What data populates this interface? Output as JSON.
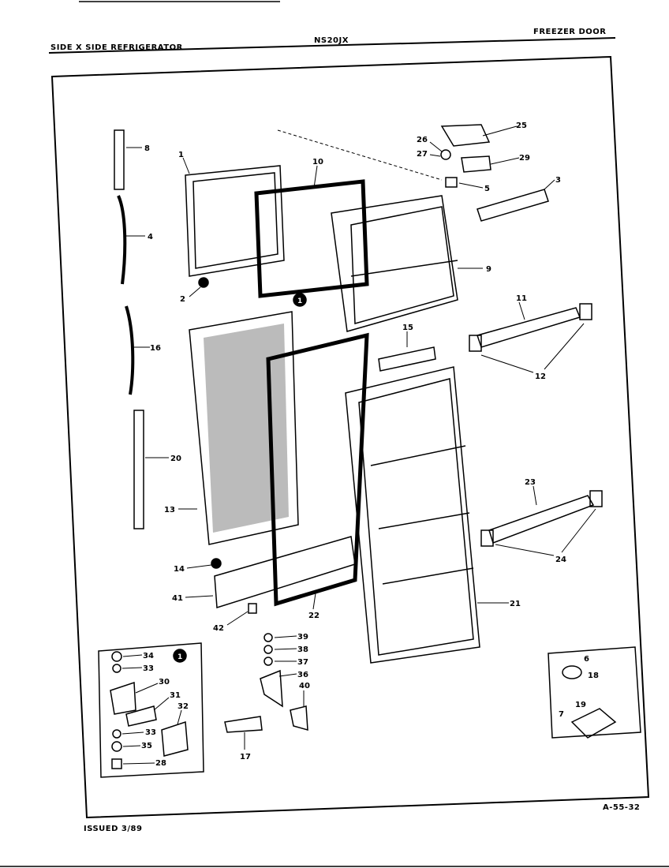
{
  "header": {
    "product": "SIDE X SIDE REFRIGERATOR",
    "model": "NS20JX",
    "section": "FREEZER DOOR"
  },
  "footer": {
    "issued": "ISSUED 3/89",
    "diagram_code": "A-55-32"
  },
  "callouts": {
    "p1": "1",
    "p2": "2",
    "p3": "3",
    "p4": "4",
    "p5": "5",
    "p6": "6",
    "p7": "7",
    "p8": "8",
    "p9": "9",
    "p10": "10",
    "p11": "11",
    "p12": "12",
    "p13": "13",
    "p14": "14",
    "p15": "15",
    "p16": "16",
    "p17": "17",
    "p18": "18",
    "p19": "19",
    "p20": "20",
    "p21": "21",
    "p22": "22",
    "p23": "23",
    "p24": "24",
    "p25": "25",
    "p26": "26",
    "p27": "27",
    "p28": "28",
    "p29": "29",
    "p30": "30",
    "p31": "31",
    "p32": "32",
    "p33": "33",
    "p34": "34",
    "p35": "35",
    "p36": "36",
    "p37": "37",
    "p38": "38",
    "p39": "39",
    "p40": "40",
    "p41": "41",
    "p42": "42",
    "detail_marker": "1"
  }
}
